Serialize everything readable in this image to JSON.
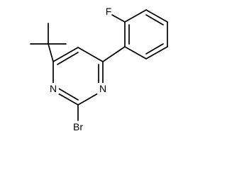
{
  "structure": {
    "atoms": {
      "fluorine": "F",
      "bromine": "Br",
      "nitrogen_left": "N",
      "nitrogen_right": "N"
    }
  }
}
